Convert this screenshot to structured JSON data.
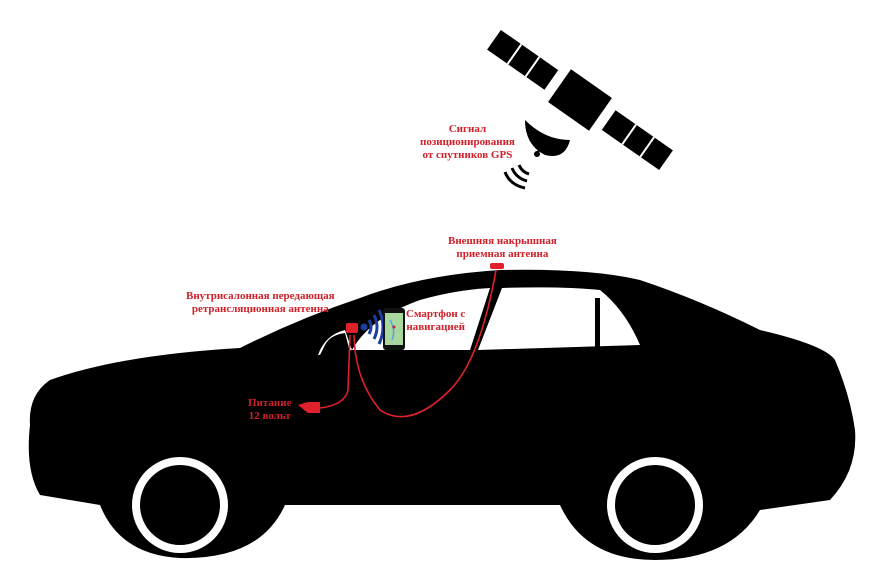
{
  "labels": {
    "gps_signal": [
      "Сигнал",
      "позиционирования",
      "от спутников GPS"
    ],
    "roof_antenna": [
      "Внешняя накрышная",
      "приемная антенна"
    ],
    "inner_antenna": [
      "Внутрисалонная передающая",
      "ретрансляционная антенна"
    ],
    "smartphone": [
      "Смартфон с",
      "навигацией"
    ],
    "power": [
      "Питание",
      "12 вольт"
    ]
  },
  "colors": {
    "accent": "#d0202a",
    "signal": "#1a3fa0",
    "car": "#000000"
  }
}
